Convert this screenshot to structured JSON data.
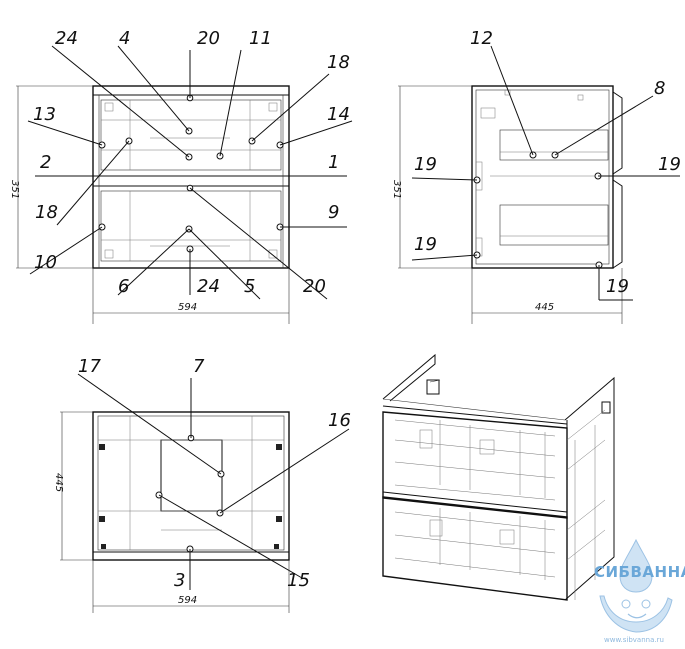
{
  "views": {
    "front": {
      "dims": {
        "height": "351",
        "width": "594"
      },
      "callouts": [
        "24",
        "4",
        "20",
        "11",
        "18",
        "13",
        "14",
        "2",
        "1",
        "18",
        "9",
        "10",
        "6",
        "24",
        "5",
        "20"
      ]
    },
    "side": {
      "dims": {
        "height": "351",
        "depth": "445"
      },
      "callouts": [
        "12",
        "8",
        "19",
        "19",
        "19",
        "19"
      ]
    },
    "top": {
      "dims": {
        "depth": "445",
        "width": "594"
      },
      "callouts": [
        "17",
        "7",
        "16",
        "3",
        "15"
      ]
    }
  },
  "logo": {
    "name": "СИБВАННА",
    "url": "www.sibvanna.ru",
    "color": "#6aa7d8"
  }
}
